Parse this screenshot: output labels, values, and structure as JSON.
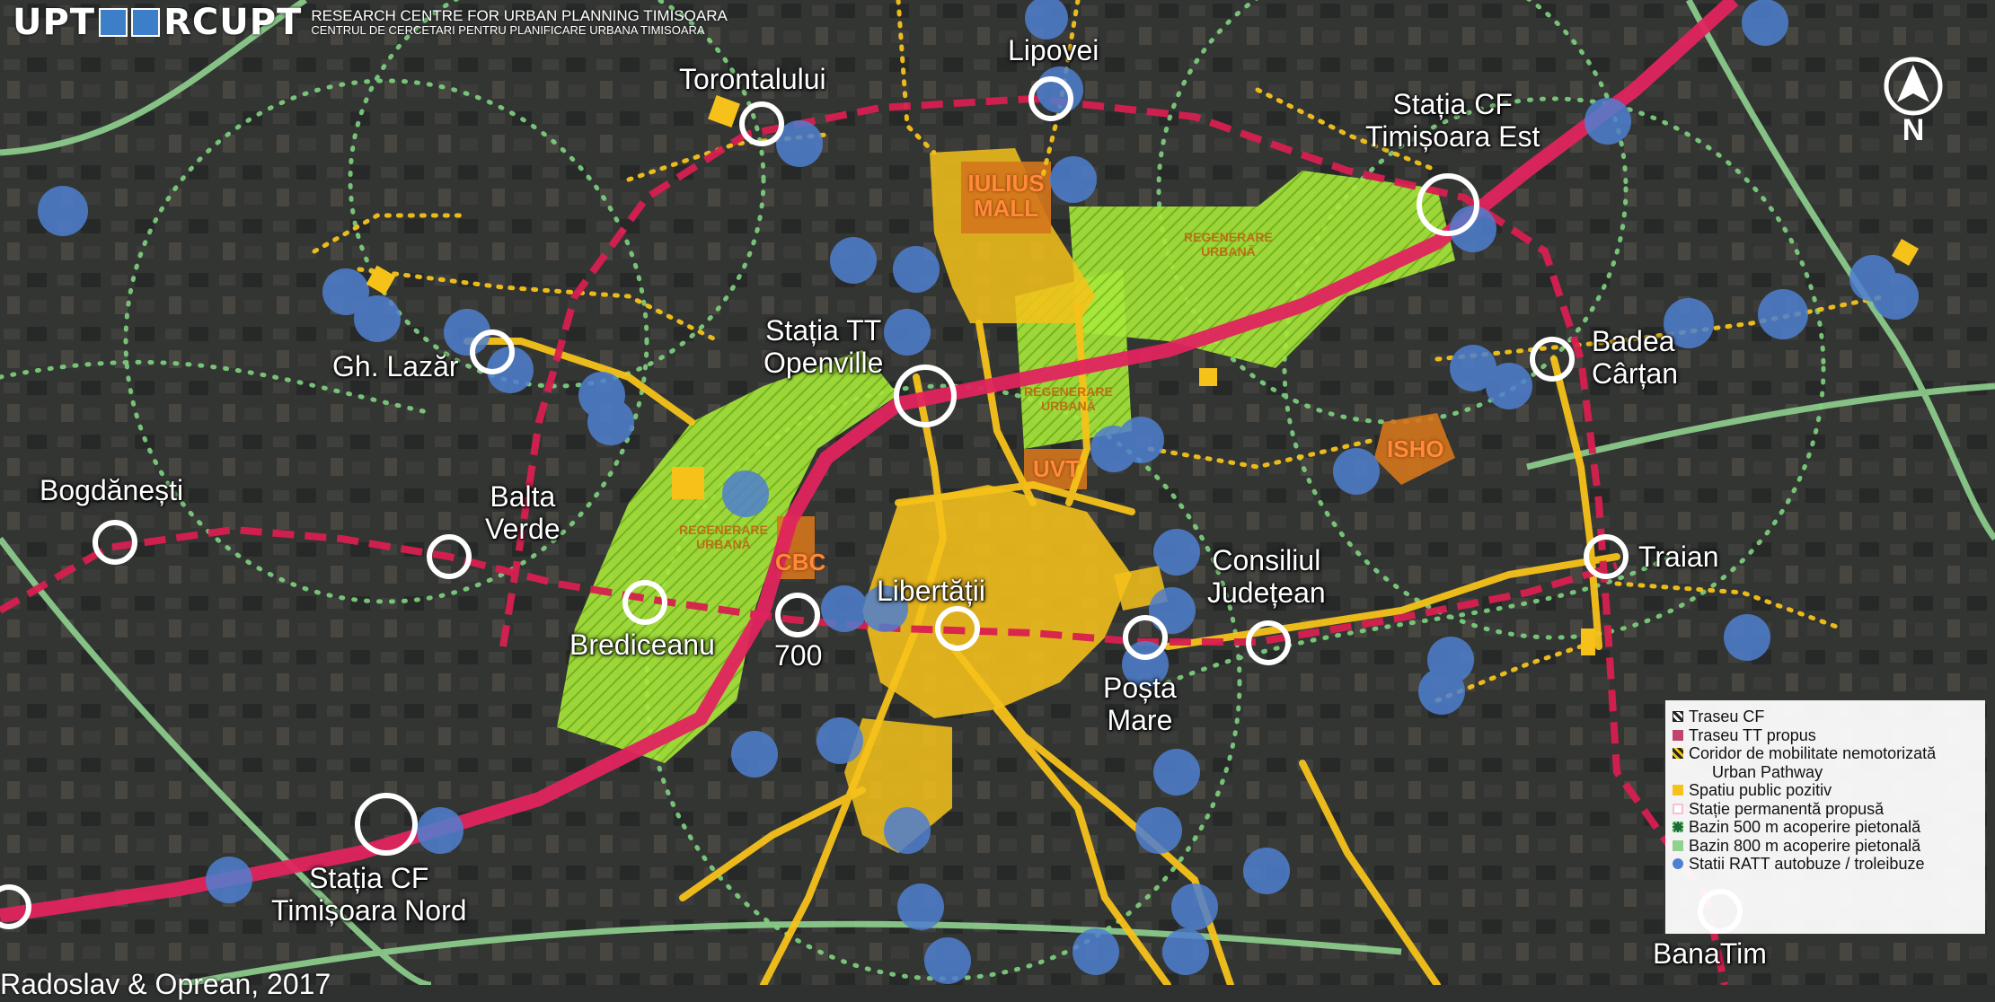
{
  "header": {
    "logo_left": "UPT",
    "logo_right": "RCUPT",
    "subtitle_en": "RESEARCH CENTRE FOR URBAN PLANNING TIMISOARA",
    "subtitle_ro": "CENTRUL DE CERCETARI PENTRU PLANIFICARE URBANA TIMISOARA"
  },
  "north": {
    "letter": "N"
  },
  "labels": {
    "torontalului": "Torontalului",
    "lipovei": "Lipovei",
    "statia_cf_est": "Stația CF\nTimișoara Est",
    "gh_lazar": "Gh. Lazăr",
    "statia_tt": "Stația TT\nOpenville",
    "badea_cartan": "Badea\nCârțan",
    "bogdanesti": "Bogdănești",
    "balta_verde": "Balta\nVerde",
    "brediceanu": "Brediceanu",
    "l700": "700",
    "libertatii": "Libertății",
    "consiliul": "Consiliul\nJudețean",
    "traian": "Traian",
    "posta_mare": "Poșta\nMare",
    "statia_cf_nord": "Stația CF\nTimișoara Nord",
    "banatim": "BanaTim"
  },
  "zones": {
    "regen_ne": "REGENERARE\nURBANĂ",
    "regen_c": "REGENERARE\nURBANĂ",
    "regen_w": "REGENERARE\nURBANĂ"
  },
  "pois": {
    "iulius": "IULIUS\nMALL",
    "uvt": "UVT",
    "isho": "ISHO",
    "cbc": "CBC"
  },
  "legend": {
    "items": [
      {
        "label": "Traseu CF",
        "swatch": "cf"
      },
      {
        "label": "Traseu TT propus",
        "swatch": "tt"
      },
      {
        "label": "Coridor de mobilitate nemotorizată",
        "swatch": "corr"
      },
      {
        "label": "Urban Pathway",
        "swatch": "none"
      },
      {
        "label": "Spatiu public pozitiv",
        "swatch": "public"
      },
      {
        "label": "Stație permanentă propusă",
        "swatch": "stat"
      },
      {
        "label": "Bazin 500 m acoperire pietonală",
        "swatch": "500"
      },
      {
        "label": "Bazin 800 m acoperire pietonală",
        "swatch": "800"
      },
      {
        "label": "Statii RATT autobuze / troleibuze",
        "swatch": "ratt"
      }
    ]
  },
  "colors": {
    "tram": "#e0245e",
    "rail": "#d81f50",
    "corridor": "#f6c21a",
    "regen": "#9be22a",
    "bus": "#4f7fd0",
    "basin800": "#8fd18f",
    "basin500": "#7fd37f"
  },
  "credit": "Radoslav & Oprean, 2017"
}
